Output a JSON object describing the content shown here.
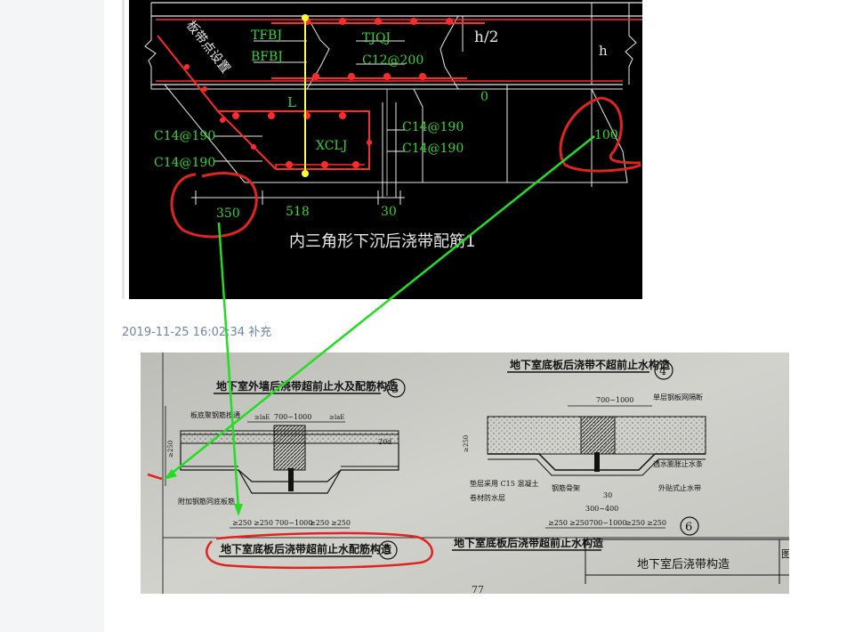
{
  "post": {
    "supplement_timestamp": "2019-11-25 16:02:34 补充"
  },
  "cad_drawing": {
    "title": "内三角形下沉后浇带配筋1",
    "labels": {
      "tfbj": "TFBJ",
      "bfbj": "BFBJ",
      "tjqj": "TJQJ",
      "c12_200": "C12@200",
      "half_h": "h/2",
      "h": "h",
      "zero": "0",
      "l": "L",
      "xclj": "XCLJ",
      "c14_190_a": "C14@190",
      "c14_190_b": "C14@190",
      "c14_190_c": "C14@190",
      "c14_190_d": "C14@190",
      "dim_100": "100",
      "dim_350": "350",
      "dim_518": "518",
      "dim_30": "30",
      "rotated_note": "板带点设置"
    }
  },
  "scan_photo": {
    "title_3": "地下室外墙后浇带超前止水及配筋构造",
    "num_3": "3",
    "title_4": "地下室底板后浇带不超前止水构造",
    "num_4": "4",
    "title_5": "地下室底板后浇带超前止水配筋构造",
    "num_5": "5",
    "title_6": "地下室底板后浇带超前止水构造",
    "num_6": "6",
    "title_block": "地下室后浇带构造",
    "title_block_tag": "图",
    "page_number": "77",
    "dims_left": {
      "a": "≥250",
      "b": "≥250",
      "c": "700~1000",
      "d": "≥250",
      "e": "≥250"
    },
    "dims_right": {
      "a": "≥250",
      "b": "≥250",
      "c": "700~1000",
      "d": "≥250",
      "e": "≥250"
    },
    "top_dim_left": "700~1000",
    "top_dim_right": "700~1000",
    "lae": "≥laE",
    "dim_30": "30",
    "dim_300_400": "300~400",
    "dim_250": "≥250",
    "note_board": "板底聚钢筋按通",
    "note_add_bar": "附加钢筋同底板筋",
    "note_cushion": "垫层采用 C15 混凝土",
    "note_membrane": "卷材防水层",
    "note_bar": "钢筋骨架",
    "note_steel": "单层钢板网隔断",
    "note_swell": "遇水膨胀止水条",
    "note_external": "外贴式止水带",
    "note_20d": "20d"
  },
  "colors": {
    "cad_green": "#35d435",
    "cad_red": "#ff2a2a",
    "cad_yellow": "#ffff33",
    "cad_white": "#e8e8e8",
    "marker_red": "#e0241f",
    "arrow_green": "#22dd22",
    "timestamp": "#6b86a8"
  }
}
